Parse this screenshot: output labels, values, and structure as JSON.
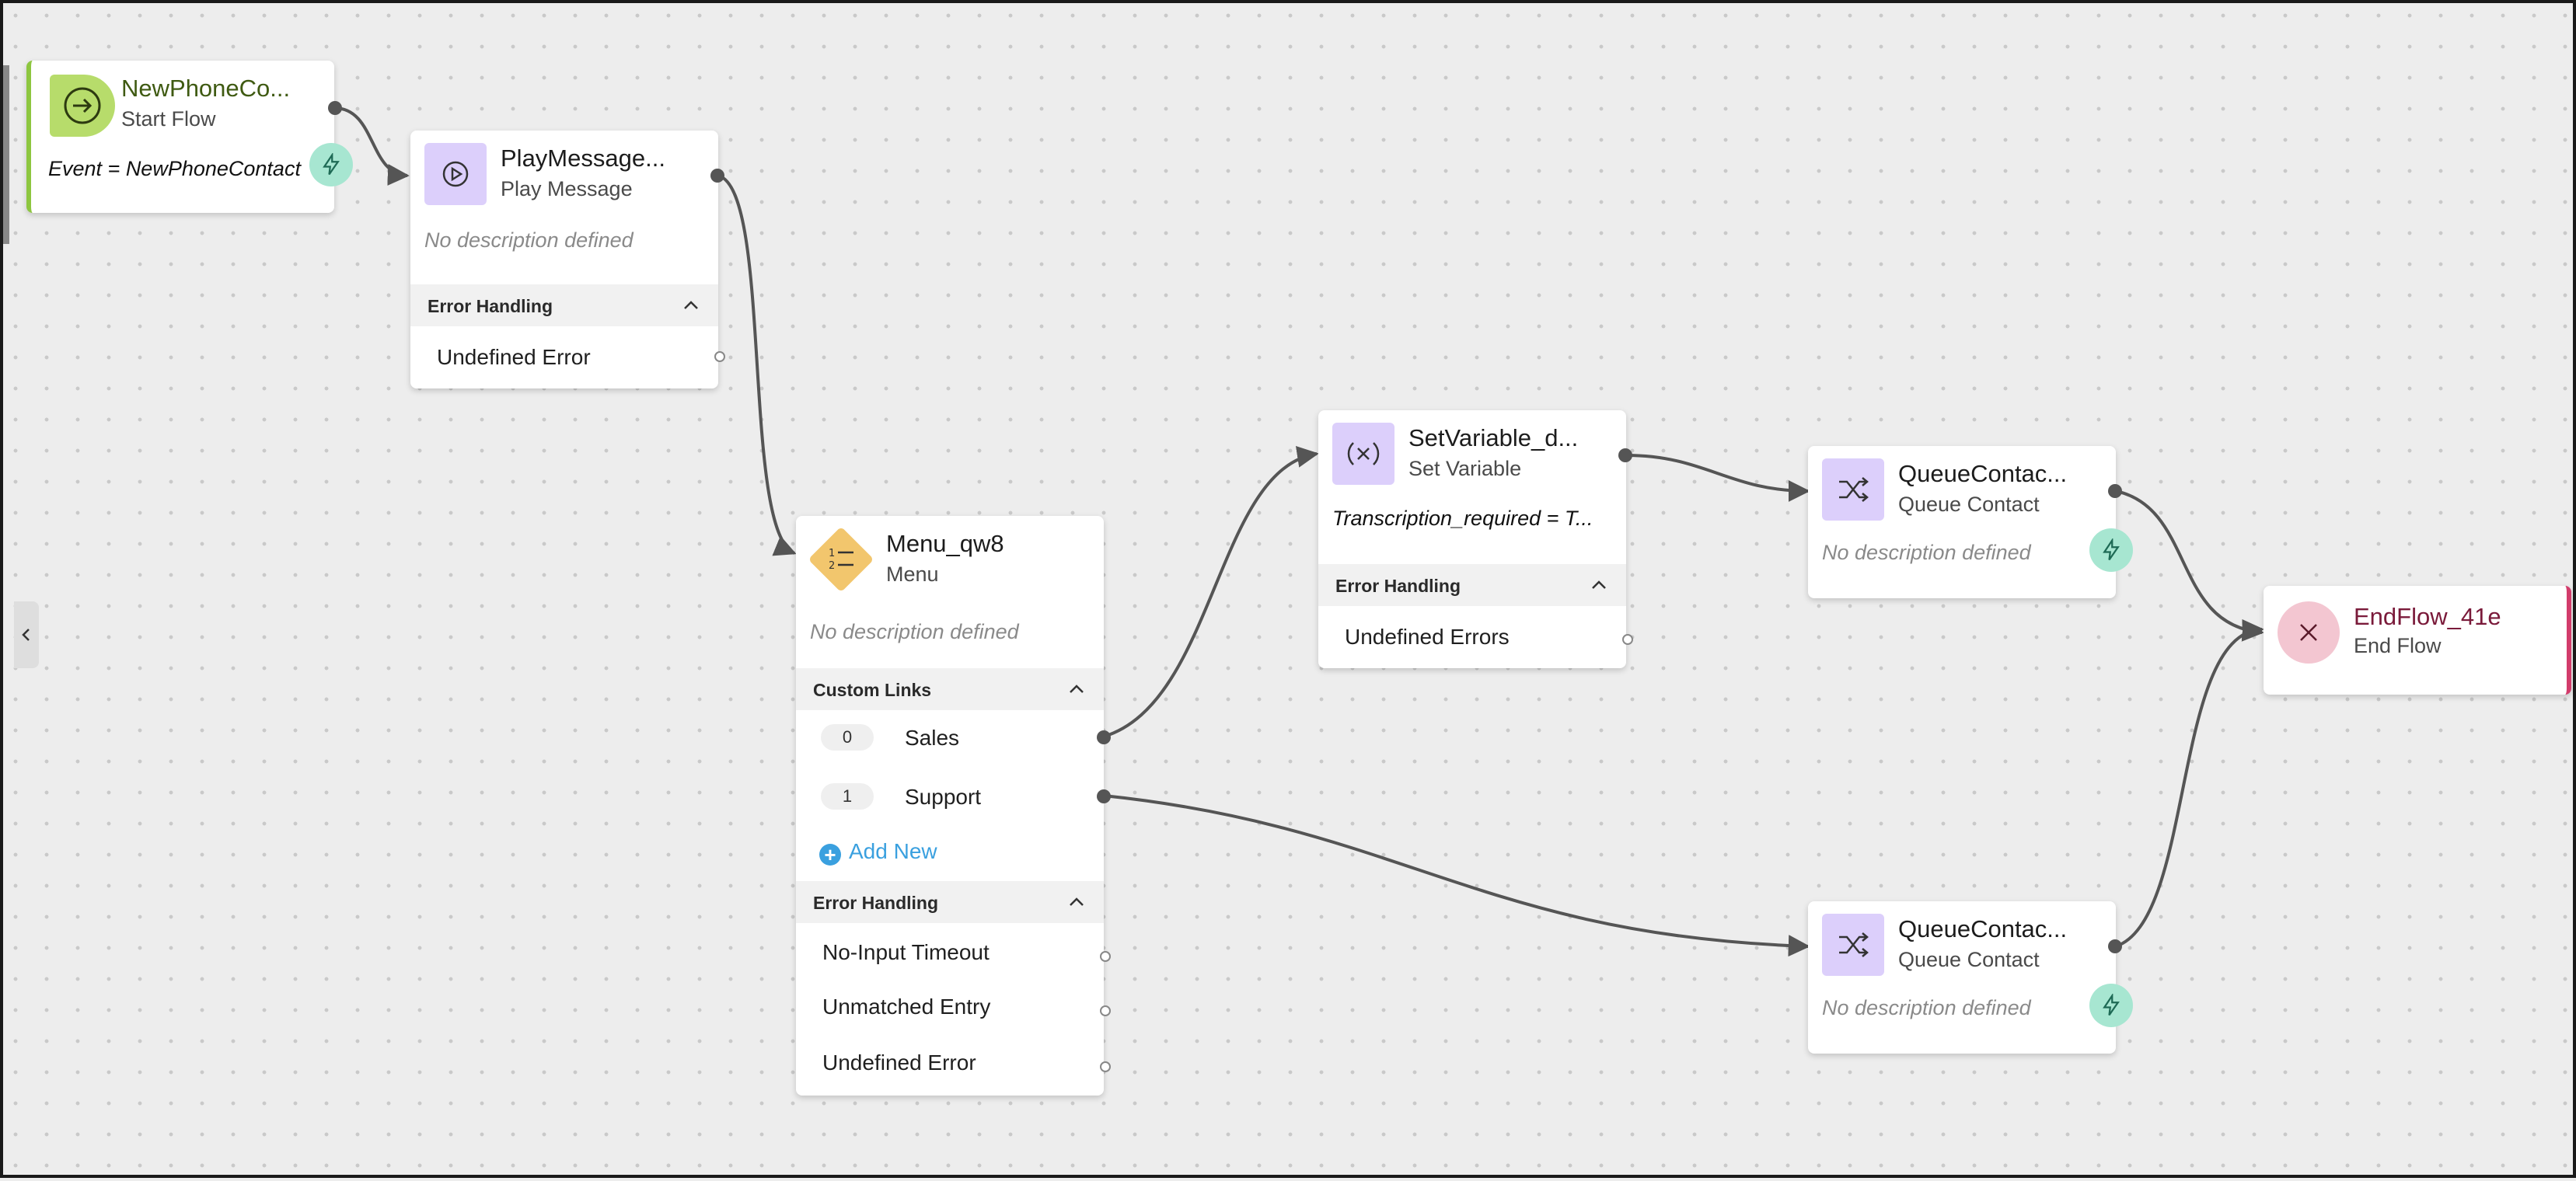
{
  "nodes": {
    "start": {
      "title": "NewPhoneCo...",
      "subtitle": "Start Flow",
      "expression": "Event = NewPhoneContact",
      "icon": "arrow-right-circle-icon",
      "accent": "#8dc63f"
    },
    "play": {
      "title": "PlayMessage...",
      "subtitle": "Play Message",
      "description": "No description defined",
      "icon": "play-circle-icon",
      "error_section": "Error Handling",
      "error_rows": [
        "Undefined Error"
      ]
    },
    "menu": {
      "title": "Menu_qw8",
      "subtitle": "Menu",
      "description": "No description defined",
      "icon": "numbered-list-icon",
      "links_section": "Custom Links",
      "links": [
        {
          "key": "0",
          "label": "Sales"
        },
        {
          "key": "1",
          "label": "Support"
        }
      ],
      "add_new": "Add New",
      "error_section": "Error Handling",
      "error_rows": [
        "No-Input Timeout",
        "Unmatched Entry",
        "Undefined Error"
      ]
    },
    "setvar": {
      "title": "SetVariable_d...",
      "subtitle": "Set Variable",
      "expression": "Transcription_required = T...",
      "icon": "variable-x-icon",
      "error_section": "Error Handling",
      "error_rows": [
        "Undefined Errors"
      ]
    },
    "queue1": {
      "title": "QueueContac...",
      "subtitle": "Queue Contact",
      "description": "No description defined",
      "icon": "shuffle-icon"
    },
    "queue2": {
      "title": "QueueContac...",
      "subtitle": "Queue Contact",
      "description": "No description defined",
      "icon": "shuffle-icon"
    },
    "end": {
      "title": "EndFlow_41e",
      "subtitle": "End Flow",
      "icon": "close-x-icon",
      "accent": "#d23c6b"
    }
  },
  "colors": {
    "start_icon_bg": "#b7dc6b",
    "menu_icon_bg": "#f2c66d",
    "activity_icon_bg": "#dccffb",
    "end_icon_bg": "#f3c6d1",
    "end_title": "#7a1a3a",
    "start_title": "#3f5a12",
    "bolt_bg": "#a7e6d1",
    "link_blue": "#3aa0df",
    "edge": "#555555"
  }
}
